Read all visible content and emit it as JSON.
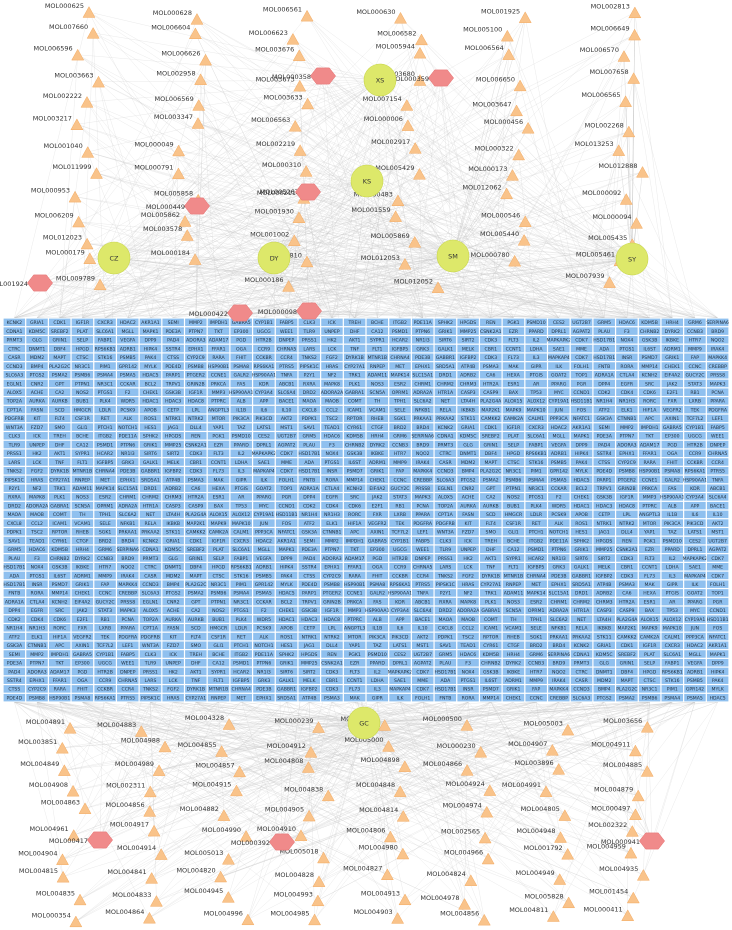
{
  "colors": {
    "ingredient": "#f9c38a",
    "hexagon": "#f08a8a",
    "herb": "#dde86a",
    "target": "#8fc0ef",
    "edge": "#c8c8c8"
  },
  "herbs": [
    "XS",
    "KS",
    "CZ",
    "DY",
    "SM",
    "SY",
    "GC"
  ],
  "hex_ingredients": [
    "MOL000358",
    "MOL000359",
    "MOL000211",
    "MOL000449",
    "MOL001924",
    "MOL000422",
    "MOL000098",
    "MOL000417",
    "MOL000392",
    "MOL000941"
  ],
  "top_ingredients": [
    "MOL000625",
    "MOL000628",
    "MOL006561",
    "MOL000630",
    "MOL001925",
    "MOL002813",
    "MOL007660",
    "MOL006604",
    "MOL006623",
    "MOL006582",
    "MOL005100",
    "MOL006649",
    "MOL006596",
    "MOL006626",
    "MOL003676",
    "MOL005944",
    "MOL006564",
    "MOL006570",
    "MOL003663",
    "MOL002958",
    "MOL003673",
    "MOL003680",
    "MOL006650",
    "MOL007658",
    "MOL002222",
    "MOL006569",
    "MOL003633",
    "MOL007154",
    "MOL003647",
    "MOL006565",
    "MOL003217",
    "MOL003347",
    "MOL006563",
    "MOL000006",
    "MOL000456",
    "MOL002268",
    "MOL001040",
    "MOL000049",
    "MOL002219",
    "MOL002917",
    "MOL000322",
    "MOL013253",
    "MOL011999",
    "MOL000791",
    "MOL000310",
    "MOL005429",
    "MOL000173",
    "MOL012888",
    "MOL000953",
    "MOL005858",
    "MOL005267",
    "MOL000483",
    "MOL012062",
    "MOL000092",
    "MOL006209",
    "MOL005862",
    "MOL001930",
    "MOL001559",
    "MOL000546",
    "MOL000094",
    "MOL012023",
    "MOL003578",
    "MOL001002",
    "MOL005869",
    "MOL005440",
    "MOL005435",
    "MOL000179",
    "MOL000184",
    "MOL004810",
    "MOL012053",
    "MOL000780",
    "MOL005461",
    "MOL009789",
    "MOL000186",
    "MOL012052",
    "MOL007939"
  ],
  "bottom_ingredients": [
    "MOL004891",
    "MOL004883",
    "MOL004328",
    "MOL000239",
    "MOL005008",
    "MOL000500",
    "MOL005003",
    "MOL003656",
    "MOL003851",
    "MOL004988",
    "MOL004855",
    "MOL004912",
    "MOL005000",
    "MOL000230",
    "MOL004907",
    "MOL004911",
    "MOL004849",
    "MOL004989",
    "MOL004857",
    "MOL004808",
    "MOL004898",
    "MOL004866",
    "MOL003896",
    "MOL004885",
    "MOL004908",
    "MOL002311",
    "MOL004915",
    "MOL004838",
    "MOL004848",
    "MOL004924",
    "MOL004991",
    "MOL004879",
    "MOL004863",
    "MOL004856",
    "MOL004882",
    "MOL004905",
    "MOL004814",
    "MOL004974",
    "MOL004805",
    "MOL000497",
    "MOL004961",
    "MOL004917",
    "MOL004990",
    "MOL004910",
    "MOL004806",
    "MOL002565",
    "MOL004948",
    "MOL002322",
    "MOL004904",
    "MOL004914",
    "MOL005013",
    "MOL005018",
    "MOL004980",
    "MOL004966",
    "MOL001792",
    "MOL004959",
    "MOL004815",
    "MOL004841",
    "MOL004820",
    "MOL004828",
    "MOL004827",
    "MOL004824",
    "MOL004949",
    "MOL004935",
    "MOL004835",
    "MOL004833",
    "MOL004945",
    "MOL004993",
    "MOL004913",
    "MOL004978",
    "MOL005828",
    "MOL001454",
    "MOL000354",
    "MOL004864",
    "MOL004996",
    "MOL004985",
    "MOL004903",
    "MOL004856",
    "MOL004811",
    "MOL000411"
  ],
  "targets": [
    "KCNK2",
    "GRIA1",
    "CDK1",
    "IGF1R",
    "CXCR3",
    "HDAC2",
    "AKR1A1",
    "SEMI",
    "MMP2",
    "IMPDH1",
    "GABRA5",
    "CYP1B1",
    "FABP5",
    "CLK3",
    "ICK",
    "TREH",
    "BCHE",
    "ITGB2",
    "PDE11A",
    "SPHK2",
    "HPGDS",
    "REN",
    "PGK1",
    "PSMD10",
    "CES2",
    "UGT2B7",
    "GRM5",
    "HDAC6",
    "KDM5B",
    "HRH4",
    "GRM6",
    "SERPINA6",
    "CDNA1",
    "KDM5C",
    "SREBF2",
    "PLAT",
    "SLC6A1",
    "MGLL",
    "MAPK1",
    "PDE3A",
    "PTPN7",
    "TKT",
    "EP300",
    "UGCG",
    "WEE1",
    "TLR9",
    "UNPEP",
    "DHF",
    "CA12",
    "PSMD1",
    "PTPN6",
    "GRIK1",
    "MMP25",
    "CSNK2A1",
    "EZR",
    "PPARD",
    "DPRL1",
    "AGPAT2",
    "PLAU",
    "F3",
    "CHRNB2",
    "DYRK2",
    "CCNB3",
    "BRD9",
    "PRMT3",
    "GLG",
    "GRIN1",
    "SELP",
    "FABP1",
    "VEGFA",
    "DPP9",
    "PAD4",
    "ADORA3",
    "ADAM17",
    "PGD",
    "HTR2B",
    "DNPEP",
    "PRSS1",
    "HK2",
    "AKT1",
    "SYPR1",
    "HCAR2",
    "NR1I3",
    "SIRT6",
    "SIRT2",
    "CDK3",
    "FLT3",
    "IL2",
    "MAPKAPK2",
    "CDK7",
    "HSD17B1",
    "NOX4",
    "GSK3B",
    "IKBKE",
    "HTR7",
    "NQO2",
    "CTRC",
    "DNMT1",
    "DBF4",
    "HPGD",
    "RPS6KB1",
    "ADRB1",
    "HIPK4",
    "SSTR4",
    "EPHX1",
    "FFAR1",
    "OGA",
    "CCR9",
    "CHRNA5",
    "LARS",
    "LCK",
    "TNF",
    "FLT1",
    "IGFBP5",
    "GRK3",
    "GALK1",
    "MELK",
    "CBR1",
    "CCNT1",
    "LDHA",
    "SAE1",
    "MME",
    "ADA",
    "PTGS1",
    "IL6ST",
    "ADRM1",
    "MMP9",
    "IRAK4",
    "CASR",
    "MDM2",
    "MAPT",
    "CTSC",
    "STK16",
    "PSMB5",
    "PAK4",
    "CTSS",
    "CYP2C9",
    "RARA",
    "FHIT",
    "CCKBR",
    "CCR4",
    "TNKS2",
    "FGF2",
    "DYRK1B",
    "MTNR1B",
    "CHRNA4",
    "PDE3B",
    "GABBR1",
    "IGFBP2",
    "CDK3",
    "FL73",
    "IL3",
    "MAPKAP4",
    "CDK7",
    "HSD17B1",
    "INSR",
    "PSMD7",
    "GRIK1",
    "FAP",
    "MAPKK4",
    "CCND3",
    "BMP4",
    "PLA2G2C",
    "NR3C1",
    "PIM1",
    "GPR142",
    "MYLK",
    "PDE4D",
    "PSMB8",
    "HSP90B1",
    "PSMA8",
    "RPS6KA1",
    "PTRS5",
    "PIPSK1C",
    "HRAS",
    "CYP27A1",
    "RNPEP",
    "MET",
    "EPHX1",
    "SRD5A1",
    "ATP4B",
    "PSMA3",
    "MAK",
    "GIPR",
    "ILK",
    "FOLH1",
    "FNTB",
    "RORA",
    "MMP14",
    "CHEK1",
    "CCNC",
    "CREBBP",
    "SLC6A3",
    "PTGS2",
    "PSMA2",
    "PSMB6",
    "PSMA4",
    "PSMA5",
    "HDAC5",
    "PARP1",
    "PTGER2",
    "CCNE1",
    "GALR2",
    "HSP90AA1",
    "TNFA",
    "P2Y1",
    "NF2",
    "TRK1",
    "ADAM11",
    "MAPK14",
    "SLC15A1",
    "DRD1",
    "ADRB2",
    "CA6",
    "HEXA",
    "PTGIS",
    "GOAT2",
    "TOP1",
    "ADRA1A",
    "CTLA4",
    "KCNH2",
    "EIF4A2",
    "GUCY2C",
    "PRSS8",
    "EGLN1",
    "CNR2",
    "GPT",
    "PTPN1",
    "NR3C1",
    "CCKAR",
    "BCL2",
    "TRPV1",
    "GRIN2B",
    "PRKCA",
    "FAS",
    "KDR",
    "ABCB1",
    "RXRA",
    "MAPK8",
    "PLK1",
    "NOS3",
    "ESR2",
    "CHRM1",
    "CHRM2",
    "CHRM3",
    "HTR2A",
    "ESR1",
    "AR",
    "PPARG",
    "PGR",
    "DPP4",
    "EGFR",
    "SRC",
    "JAK2",
    "STAT3",
    "MAPK3",
    "ALOX5",
    "ACHE",
    "CA2",
    "NOS2",
    "PTGS1",
    "F2",
    "CHEK1",
    "GSK3B",
    "IGF1R",
    "MMP3",
    "HSP90AA1",
    "CYP3A4",
    "SLC6A4",
    "DRD2",
    "ADORA2A",
    "GABRA1",
    "SCN5A",
    "OPRM1",
    "ADRA2A",
    "HTR1A",
    "CASP3",
    "CASP9",
    "BAX",
    "TP53",
    "MYC",
    "CCND1",
    "CDK2",
    "CDK4",
    "CDK6",
    "E2F1",
    "RB1",
    "PCNA",
    "TOP2A",
    "AURKA",
    "AURKB",
    "BUB1",
    "PLK4",
    "WDR5",
    "HDAC1",
    "HDAC3",
    "HDAC8",
    "PTPRC",
    "ALB",
    "APP",
    "BACE1",
    "MAOA",
    "MAOB",
    "COMT",
    "TH",
    "TPH1",
    "SLC6A2",
    "NET",
    "LTA4H",
    "PLA2G4A",
    "ALOX15",
    "ALOX12",
    "CYP19A1",
    "HSD11B1",
    "NR1H4",
    "NR1H3",
    "RORC",
    "FXR",
    "LXRB",
    "PPARA",
    "CPT1A",
    "FASN",
    "SCD",
    "HMGCR",
    "LDLR",
    "PCSK9",
    "APOB",
    "CETP",
    "LPL",
    "ANGPTL3",
    "IL1B",
    "IL6",
    "IL10",
    "CXCL8",
    "CCL2",
    "ICAM1",
    "VCAM1",
    "SELE",
    "NFKB1",
    "RELA",
    "IKBKB",
    "MAP2K1",
    "MAPK9",
    "MAPK10",
    "JUN",
    "FOS",
    "ATF2",
    "ELK1",
    "HIF1A",
    "VEGFR2",
    "TEK",
    "PDGFRA",
    "PDGFRB",
    "KIT",
    "FLT4",
    "CSF1R",
    "RET",
    "ALK",
    "ROS1",
    "NTRK1",
    "NTRK2",
    "MTOR",
    "PIK3CA",
    "PIK3CD",
    "AKT2",
    "PDPK1",
    "TSC2",
    "RPTOR",
    "RHEB",
    "SGK1",
    "PRKAA1",
    "PRKAA2",
    "STK11",
    "CAMKK2",
    "CAMK2A",
    "CALM1",
    "PPP3CA",
    "NFATC1",
    "GSK3A",
    "CTNNB1",
    "APC",
    "AXIN1",
    "TCF7L2",
    "LEF1",
    "WNT3A",
    "FZD7",
    "SMO",
    "GLI1",
    "PTCH1",
    "NOTCH1",
    "HES1",
    "JAG1",
    "DLL4",
    "YAP1",
    "TAZ",
    "LATS1",
    "MST1",
    "SAV1",
    "TEAD1",
    "CYR61",
    "CTGF",
    "BRD2",
    "BRD4"
  ],
  "target_rows": 44,
  "target_cols": 32
}
